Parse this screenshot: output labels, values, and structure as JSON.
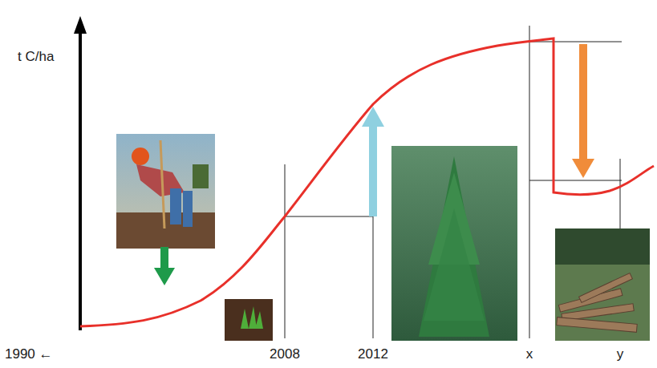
{
  "diagram": {
    "labels": [
      "t C/ha",
      "1990 ←",
      "2008",
      "2012",
      "x",
      "y"
    ]
  }
}
